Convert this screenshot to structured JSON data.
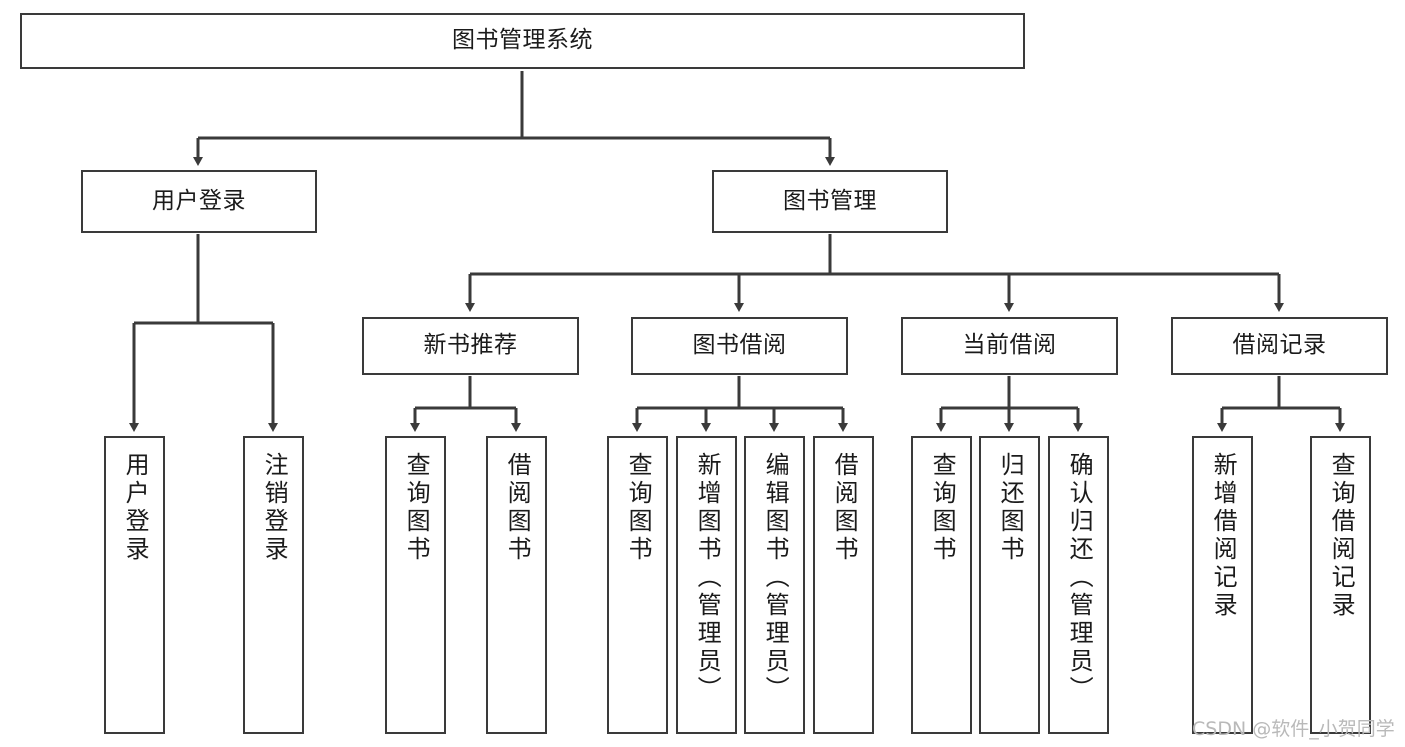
{
  "diagram": {
    "title": "图书管理系统",
    "type": "tree-hierarchy-chart",
    "root": {
      "label": "图书管理系统"
    },
    "level2": [
      {
        "label": "用户登录"
      },
      {
        "label": "图书管理"
      }
    ],
    "level3": [
      {
        "label": "新书推荐"
      },
      {
        "label": "图书借阅"
      },
      {
        "label": "当前借阅"
      },
      {
        "label": "借阅记录"
      }
    ],
    "leaves": {
      "user_login": [
        {
          "label": "用户登录"
        },
        {
          "label": "注销登录"
        }
      ],
      "new_book_recommend": [
        {
          "label": "查询图书"
        },
        {
          "label": "借阅图书"
        }
      ],
      "book_borrow": [
        {
          "label": "查询图书"
        },
        {
          "label": "新增图书（管理员）"
        },
        {
          "label": "编辑图书（管理员）"
        },
        {
          "label": "借阅图书"
        }
      ],
      "current_borrow": [
        {
          "label": "查询图书"
        },
        {
          "label": "归还图书"
        },
        {
          "label": "确认归还（管理员）"
        }
      ],
      "borrow_record": [
        {
          "label": "新增借阅记录"
        },
        {
          "label": "查询借阅记录"
        }
      ]
    }
  },
  "watermark": {
    "text": "CSDN @软件_小贺同学"
  },
  "colors": {
    "box_border": "#3a3a3a",
    "box_fill": "#ffffff",
    "connector": "#3a3a3a",
    "text": "#1b1b1b",
    "watermark": "#b9b9b9",
    "background": "#ffffff"
  }
}
